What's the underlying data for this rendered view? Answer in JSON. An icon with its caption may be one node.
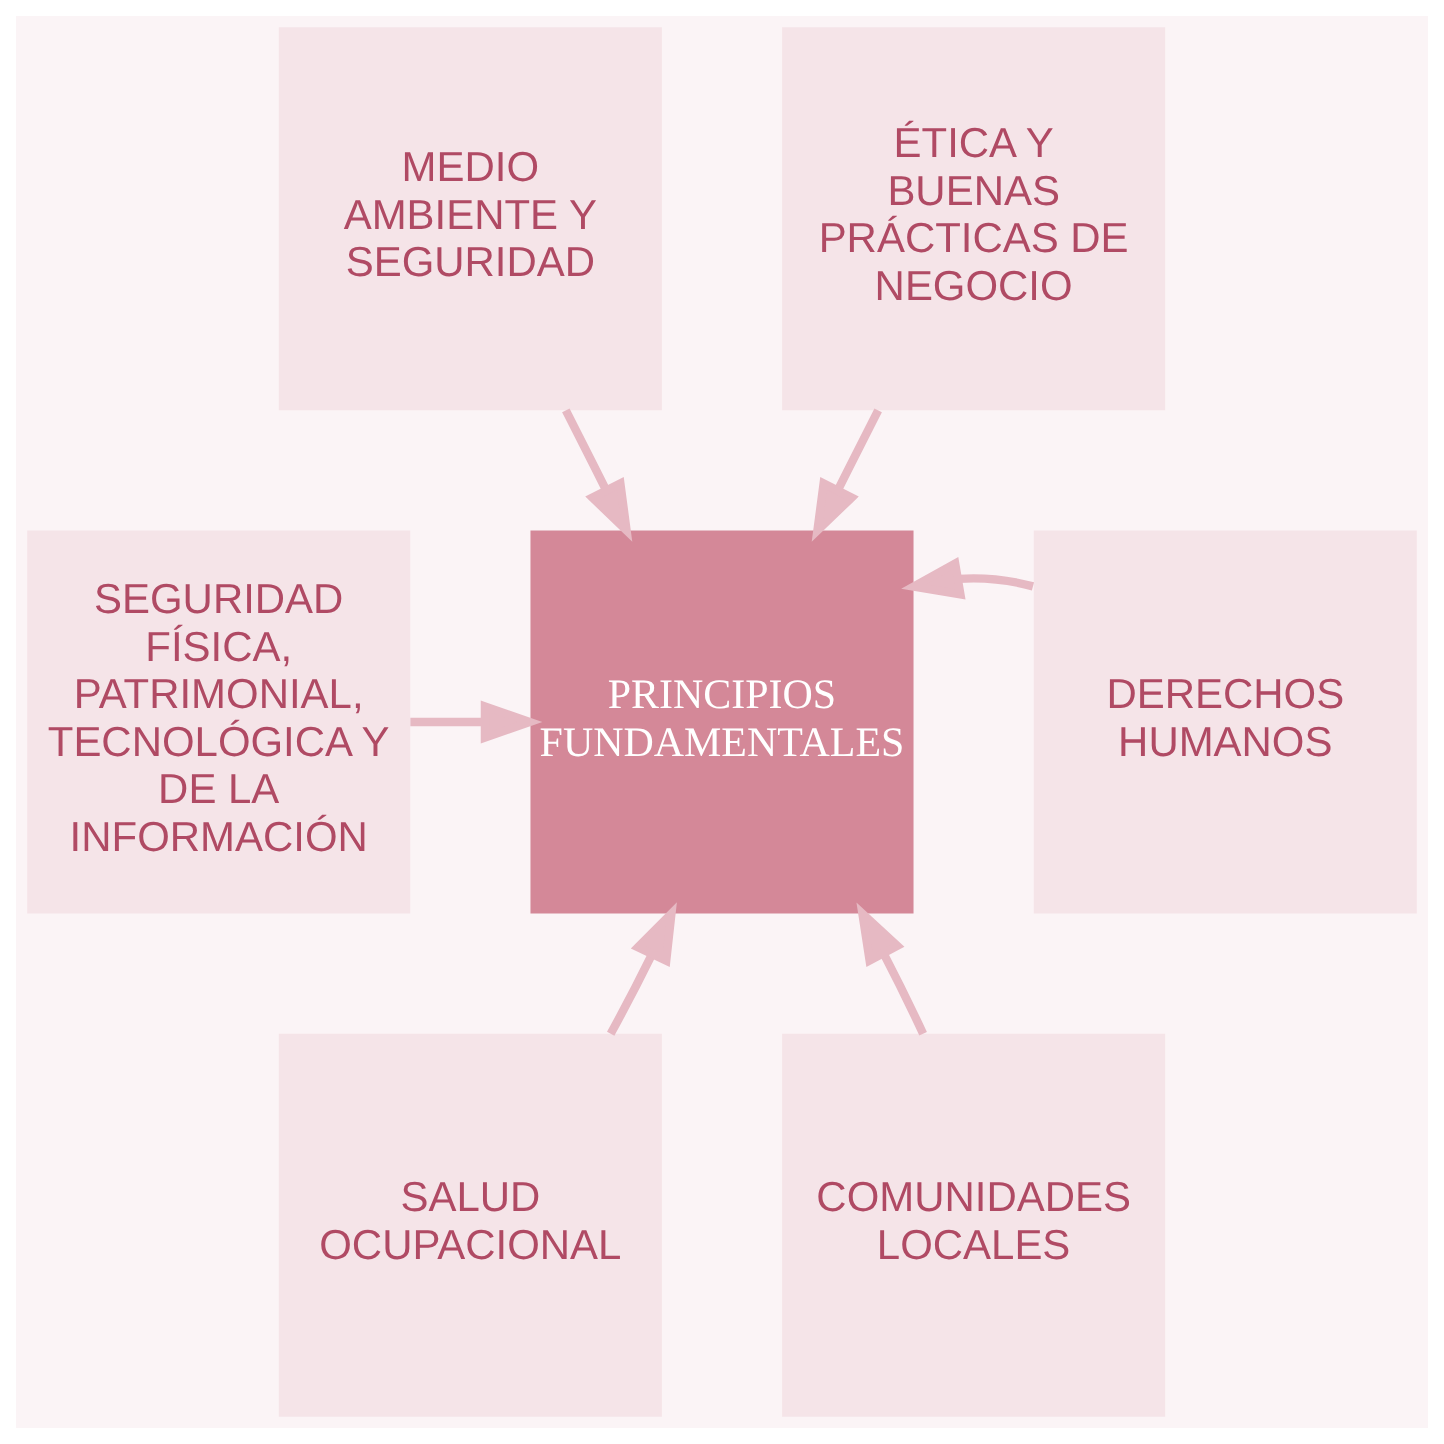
{
  "diagram": {
    "nodes": [
      {
        "text": [
          "MEDIO AMBIENTE Y SEGURIDAD"
        ]
      },
      {
        "text": [
          "ÉTICA Y BUENAS PRÁCTICAS DE NEGOCIO"
        ]
      },
      {
        "text": [
          "SEGURIDAD FÍSICA, PATRIMONIAL, TECNOLÓGICA Y DE LA INFORMACIÓN"
        ]
      },
      {
        "text": [
          "PRINCIPIOS FUNDAMENTALES"
        ]
      },
      {
        "text": [
          "DERECHOS HUMANOS"
        ]
      },
      {
        "text": [
          "SALUD OCUPACIONAL"
        ]
      },
      {
        "text": [
          "COMUNIDADES LOCALES"
        ]
      }
    ],
    "edges": [
      {
        "from": 0,
        "to": 3,
        "arrow": "to"
      },
      {
        "from": 1,
        "to": 3,
        "arrow": "to"
      },
      {
        "from": 2,
        "to": 3,
        "arrow": "to"
      },
      {
        "from": 4,
        "to": 3,
        "arrow": "to"
      },
      {
        "from": 5,
        "to": 3,
        "arrow": "to"
      },
      {
        "from": 6,
        "to": 3,
        "arrow": "to"
      }
    ]
  }
}
